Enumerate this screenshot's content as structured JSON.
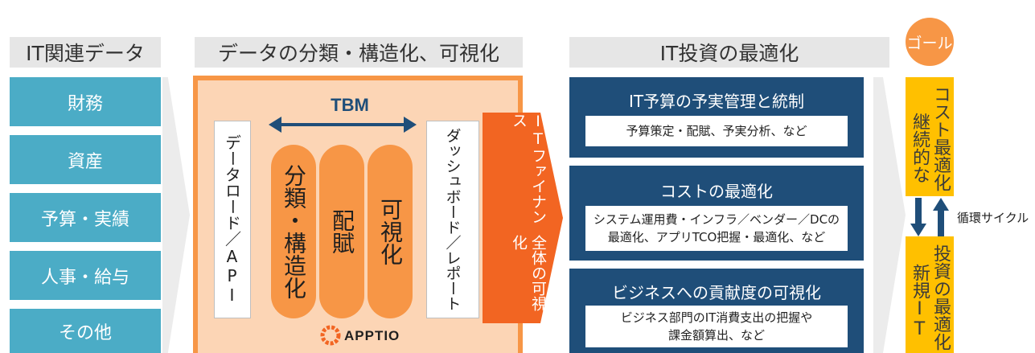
{
  "headers": {
    "it_data": "IT関連データ",
    "classification": "データの分類・構造化、可視化",
    "optimization": "IT投資の最適化"
  },
  "data_sources": [
    "財務",
    "資産",
    "予算・実績",
    "人事・給与",
    "その他"
  ],
  "tbm_box": {
    "tbm_label": "TBM",
    "data_load": "データロード／API",
    "pills": [
      "分類・構造化",
      "配賦",
      "可視化"
    ],
    "dashboard": "ダッシュボード／レポート",
    "finance_line1": "ITファイナンス",
    "finance_line2": "全体の可視化",
    "logo_text": "APPTIO"
  },
  "optimization_items": [
    {
      "title": "IT予算の予実管理と統制",
      "detail_lines": [
        "予算策定・配賦、予実分析、など"
      ]
    },
    {
      "title": "コストの最適化",
      "detail_lines": [
        "システム運用費・インフラ／ベンダー／DCの",
        "最適化、アプリTCO把握・最適化、など"
      ]
    },
    {
      "title": "ビジネスへの貢献度の可視化",
      "detail_lines": [
        "ビジネス部門のIT消費支出の把握や",
        "課金額算出、など"
      ]
    }
  ],
  "goal": {
    "badge": "ゴール",
    "top_col1": "コスト最適化",
    "top_col2": "継続的な",
    "bottom_col1": "投資の最適化",
    "bottom_col2": "新規IT",
    "cycle_label": "循環サイクル"
  },
  "colors": {
    "teal": "#4bacc6",
    "orange": "#f79646",
    "orange_dark": "#f26522",
    "peach": "#fcd5b5",
    "navy": "#1f4e79",
    "gold": "#ffc000",
    "header_gray": "#e6e6e6"
  }
}
